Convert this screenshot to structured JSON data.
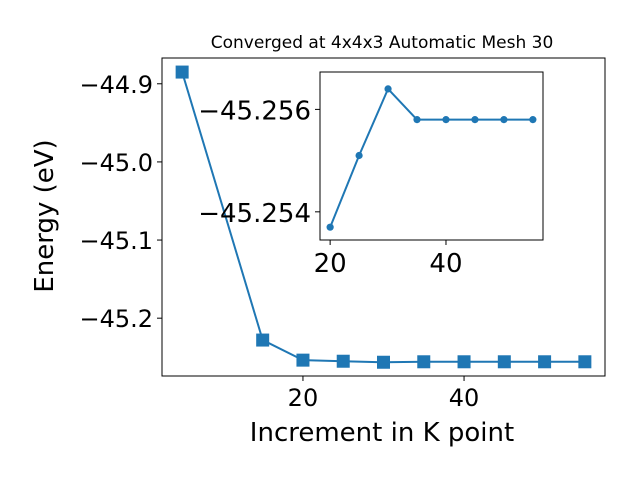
{
  "chart_data": {
    "type": "line",
    "title": "Converged at 4x4x3 Automatic Mesh 30",
    "xlabel": "Increment in K point",
    "ylabel": "Energy (eV)",
    "line_color": "#1f77b4",
    "main": {
      "x": [
        5,
        15,
        20,
        25,
        30,
        35,
        40,
        45,
        50,
        55
      ],
      "y": [
        -44.885,
        -45.228,
        -45.2537,
        -45.2551,
        -45.2564,
        -45.2558,
        -45.2558,
        -45.2558,
        -45.2558,
        -45.2558
      ],
      "xlim": [
        2.5,
        57.5
      ],
      "ylim": [
        -45.274,
        -44.867
      ],
      "xticks": [
        20,
        40
      ],
      "xtick_labels": [
        "20",
        "40"
      ],
      "yticks": [
        -44.9,
        -45.0,
        -45.1,
        -45.2
      ],
      "ytick_labels": [
        "−44.9",
        "−45.0",
        "−45.1",
        "−45.2"
      ],
      "marker": "square",
      "grid": false
    },
    "inset": {
      "x": [
        20,
        25,
        30,
        35,
        40,
        45,
        50,
        55
      ],
      "y": [
        -45.2537,
        -45.2551,
        -45.2564,
        -45.2558,
        -45.2558,
        -45.2558,
        -45.2558,
        -45.2558
      ],
      "xlim": [
        18.25,
        56.75
      ],
      "ylim": [
        -45.25345,
        -45.25673
      ],
      "xticks": [
        20,
        40
      ],
      "xtick_labels": [
        "20",
        "40"
      ],
      "yticks": [
        -45.254,
        -45.256
      ],
      "ytick_labels": [
        "−45.254",
        "−45.256"
      ],
      "marker": "circle",
      "grid": false
    }
  }
}
